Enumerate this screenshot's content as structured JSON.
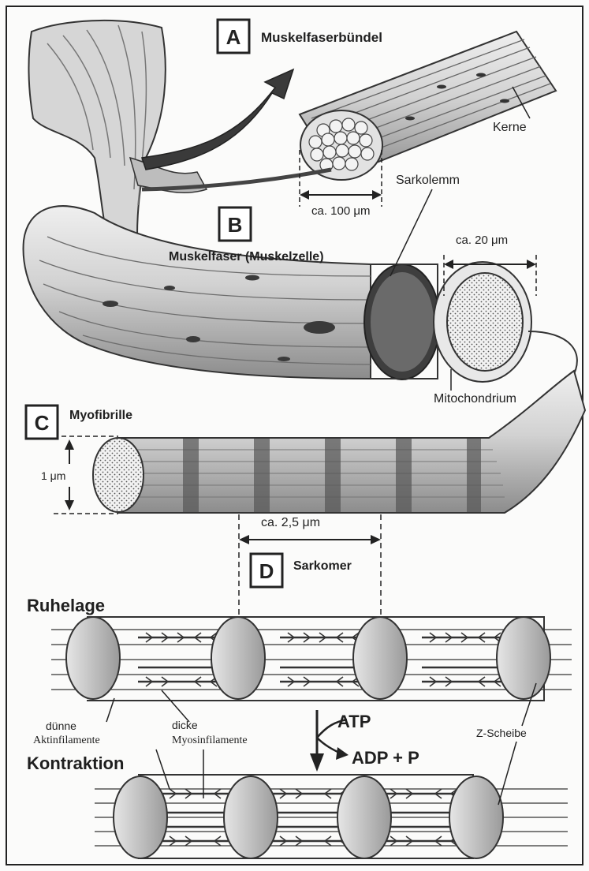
{
  "panels": {
    "a": {
      "letter": "A",
      "title": "Muskelfaserbündel",
      "nuclei": "Kerne",
      "width": "ca. 100 μm"
    },
    "b": {
      "letter": "B",
      "title": "Muskelfaser (Muskelzelle)",
      "sarcolemma": "Sarkolemm",
      "width": "ca. 20 μm",
      "mitochondrion": "Mitochondrium"
    },
    "c": {
      "letter": "C",
      "title": "Myofibrille",
      "diameter": "1 μm"
    },
    "d": {
      "letter": "D",
      "title": "Sarkomer",
      "length": "ca. 2,5 μm"
    }
  },
  "states": {
    "rest": "Ruhelage",
    "contraction": "Kontraktion"
  },
  "labels": {
    "thin_1": "dünne",
    "thin_2": "Aktinfilamente",
    "thick_1": "dicke",
    "thick_2": "Myosinfilamente",
    "z_disc": "Z-Scheibe",
    "atp": "ATP",
    "adp": "ADP + P"
  },
  "colors": {
    "ink": "#222222",
    "paper": "#fbfbfa",
    "shade": "#c8c8c8"
  }
}
